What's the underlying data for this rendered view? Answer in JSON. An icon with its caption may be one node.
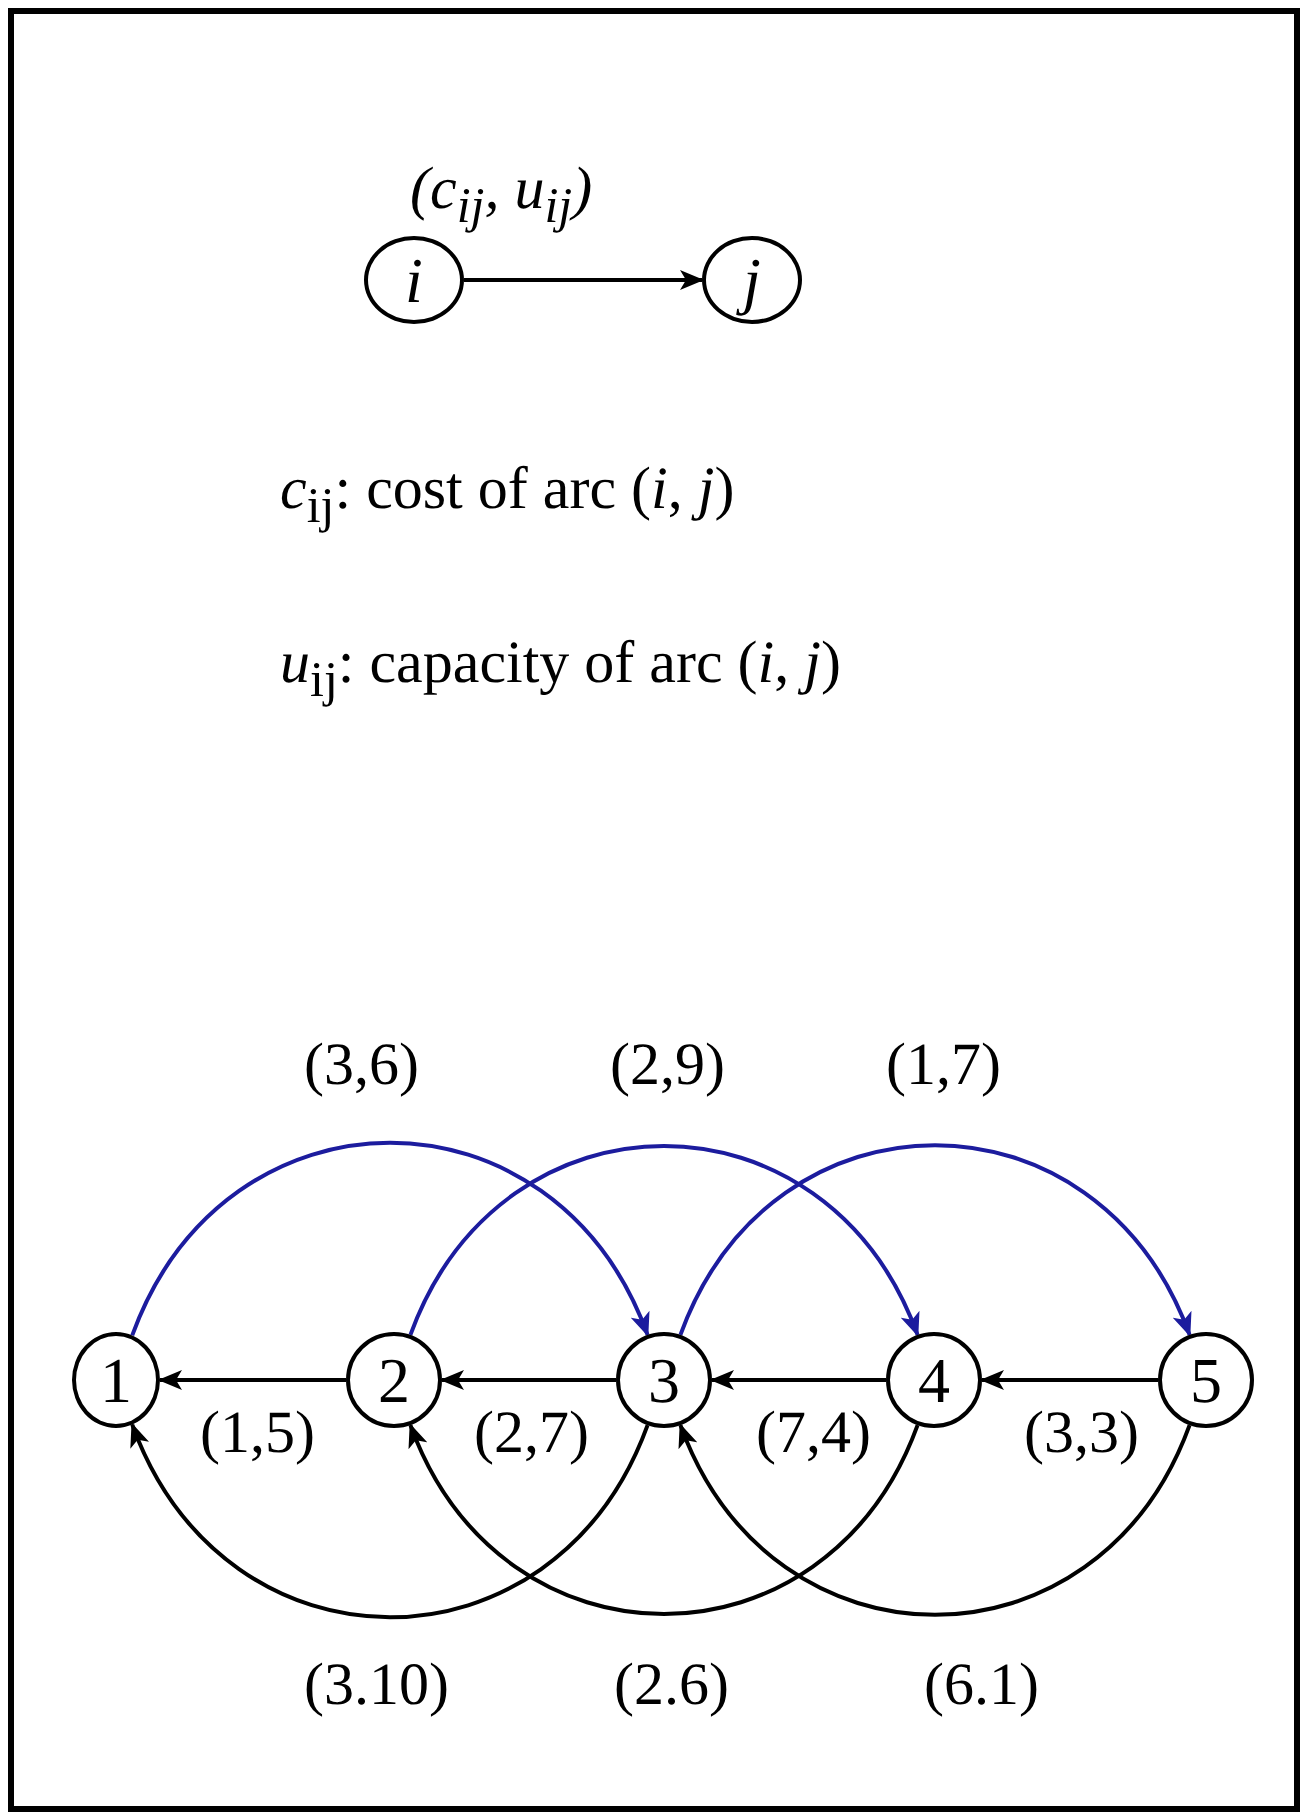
{
  "diagram": {
    "nodes": [
      {
        "text": [
          "i"
        ]
      },
      {
        "text": [
          "j"
        ]
      },
      {
        "text": [
          "1"
        ]
      },
      {
        "text": [
          "2"
        ]
      },
      {
        "text": [
          "3"
        ]
      },
      {
        "text": [
          "4"
        ]
      },
      {
        "text": [
          "5"
        ]
      }
    ],
    "edges": [
      {
        "from": 0,
        "to": 1,
        "arrow": "to",
        "label": "(c$_{ij}$, u$_{ij}$)"
      },
      {
        "from": 2,
        "to": 4,
        "arrow": "to",
        "label": "(3,6)",
        "color": "#1c1c9e"
      },
      {
        "from": 3,
        "to": 5,
        "arrow": "to",
        "label": "(2,9)",
        "color": "#1c1c9e"
      },
      {
        "from": 4,
        "to": 6,
        "arrow": "to",
        "label": "(1,7)",
        "color": "#1c1c9e"
      },
      {
        "from": 3,
        "to": 2,
        "arrow": "to",
        "label": "(1,5)"
      },
      {
        "from": 4,
        "to": 3,
        "arrow": "to",
        "label": "(2,7)"
      },
      {
        "from": 5,
        "to": 4,
        "arrow": "to",
        "label": "(7,4)"
      },
      {
        "from": 6,
        "to": 5,
        "arrow": "to",
        "label": "(3,3)"
      },
      {
        "from": 4,
        "to": 2,
        "arrow": "to",
        "label": "(3.10)"
      },
      {
        "from": 5,
        "to": 3,
        "arrow": "to",
        "label": "(2.6)"
      },
      {
        "from": 6,
        "to": 4,
        "arrow": "to",
        "label": "(6.1)"
      }
    ],
    "labels": [
      "*c*$_{ij}$: cost of arc (*i*, *j*)",
      "*u*$_{ij}$: capacity of arc (*i*, *j*)"
    ]
  }
}
